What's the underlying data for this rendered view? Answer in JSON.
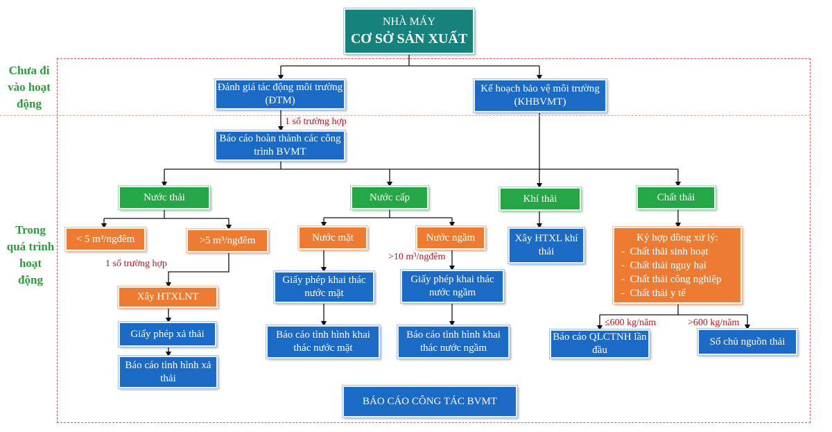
{
  "root": {
    "line1": "NHÀ MÁY",
    "line2": "CƠ SỞ SẢN XUẤT"
  },
  "side_labels": {
    "before_operation": "Chưa đi vào hoạt động",
    "during_operation": "Trong quá trình hoạt động"
  },
  "assessment": {
    "dtm": "Đánh giá tác động môi trường (ĐTM)",
    "khbvmt": "Kế hoạch bảo vệ môi trường (KHBVMT)",
    "some_cases_note": "1 số trường hợp",
    "completion_report": "Báo cáo hoàn thành các công trình BVMT"
  },
  "categories": {
    "wastewater": "Nước thải",
    "water_supply": "Nước cấp",
    "emissions": "Khí thải",
    "solid_waste": "Chất thải"
  },
  "wastewater": {
    "lt5": "< 5 m³/ngđêm",
    "gt5": ">5 m³/ngđêm",
    "some_cases_note": "1 số trường hợp",
    "build_plant": "Xây HTXLNT",
    "discharge_permit": "Giấy phép xả thải",
    "discharge_report": "Báo cáo tình hình xả thải"
  },
  "water_supply": {
    "surface": "Nước mặt",
    "ground": "Nước ngầm",
    "ground_threshold_note": ">10 m³/ngđêm",
    "surface_permit": "Giấy phép khai thác nước mặt",
    "ground_permit": "Giấy phép khai thác nước ngầm",
    "surface_report": "Báo cáo tình hình khai thác nước mặt",
    "ground_report": "Báo cáo tình hình khai thác nước ngầm"
  },
  "emissions": {
    "build_system": "Xây HTXL khí thải"
  },
  "solid_waste": {
    "contract_title": "Ký hợp đồng xử lý:",
    "items": [
      "Chất thải sinh hoạt",
      "Chất thải nguy hại",
      "Chất thải công nghiệp",
      "Chất thải y tế"
    ],
    "le600_note": "≤600 kg/năm",
    "gt600_note": ">600 kg/năm",
    "qlctnh_report": "Báo cáo QLCTNH lần đầu",
    "owner_book": "Sổ chủ nguồn thải"
  },
  "bottom": {
    "bvmt_report": "BÁO CÁO CÔNG TÁC BVMT"
  },
  "colors": {
    "box_blue": "#1b6ac6",
    "box_green": "#26a747",
    "box_orange": "#ee7b32",
    "box_teal": "#17817c",
    "note_red": "#b5121b",
    "side_green": "#2e9a3c",
    "frame_red": "#d9534f"
  }
}
